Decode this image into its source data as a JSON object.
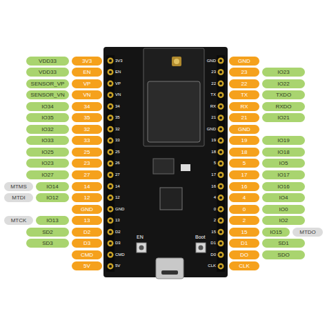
{
  "diagram": {
    "nodes": [
      {
        "text": [
          "VDD33"
        ]
      },
      {
        "text": [
          "3V3"
        ]
      },
      {
        "text": [
          "GND"
        ]
      },
      {
        "text": [
          "VDD33"
        ]
      },
      {
        "text": [
          "EN"
        ]
      },
      {
        "text": [
          "23"
        ]
      },
      {
        "text": [
          "IO23"
        ]
      },
      {
        "text": [
          "SENSOR_VP"
        ]
      },
      {
        "text": [
          "VP"
        ]
      },
      {
        "text": [
          "22"
        ]
      },
      {
        "text": [
          "IO22"
        ]
      },
      {
        "text": [
          "SENSOR_VN"
        ]
      },
      {
        "text": [
          "VN"
        ]
      },
      {
        "text": [
          "TX"
        ]
      },
      {
        "text": [
          "TXDO"
        ]
      },
      {
        "text": [
          "IO34"
        ]
      },
      {
        "text": [
          "34"
        ]
      },
      {
        "text": [
          "RX"
        ]
      },
      {
        "text": [
          "RXDO"
        ]
      },
      {
        "text": [
          "IO35"
        ]
      },
      {
        "text": [
          "35"
        ]
      },
      {
        "text": [
          "21"
        ]
      },
      {
        "text": [
          "IO21"
        ]
      },
      {
        "text": [
          "IO32"
        ]
      },
      {
        "text": [
          "32"
        ]
      },
      {
        "text": [
          "GND"
        ]
      },
      {
        "text": [
          "IO33"
        ]
      },
      {
        "text": [
          "33"
        ]
      },
      {
        "text": [
          "19"
        ]
      },
      {
        "text": [
          "IO19"
        ]
      },
      {
        "text": [
          "IO25"
        ]
      },
      {
        "text": [
          "25"
        ]
      },
      {
        "text": [
          "18"
        ]
      },
      {
        "text": [
          "IO18"
        ]
      },
      {
        "text": [
          "IO23"
        ]
      },
      {
        "text": [
          "23"
        ]
      },
      {
        "text": [
          "5"
        ]
      },
      {
        "text": [
          "IO5"
        ]
      },
      {
        "text": [
          "IO27"
        ]
      },
      {
        "text": [
          "27"
        ]
      },
      {
        "text": [
          "17"
        ]
      },
      {
        "text": [
          "IO17"
        ]
      },
      {
        "text": [
          "MTMS"
        ]
      },
      {
        "text": [
          "IO14"
        ]
      },
      {
        "text": [
          "14"
        ]
      },
      {
        "text": [
          "16"
        ]
      },
      {
        "text": [
          "IO16"
        ]
      },
      {
        "text": [
          "MTDI"
        ]
      },
      {
        "text": [
          "IO12"
        ]
      },
      {
        "text": [
          "12"
        ]
      },
      {
        "text": [
          "4"
        ]
      },
      {
        "text": [
          "IO4"
        ]
      },
      {
        "text": [
          "GND"
        ]
      },
      {
        "text": [
          "0"
        ]
      },
      {
        "text": [
          "IO0"
        ]
      },
      {
        "text": [
          "MTCK"
        ]
      },
      {
        "text": [
          "IO13"
        ]
      },
      {
        "text": [
          "13"
        ]
      },
      {
        "text": [
          "2"
        ]
      },
      {
        "text": [
          "IO2"
        ]
      },
      {
        "text": [
          "SD2"
        ]
      },
      {
        "text": [
          "D2"
        ]
      },
      {
        "text": [
          "15"
        ]
      },
      {
        "text": [
          "IO15"
        ]
      },
      {
        "text": [
          "MTDO"
        ]
      },
      {
        "text": [
          "SD3"
        ]
      },
      {
        "text": [
          "D3"
        ]
      },
      {
        "text": [
          "D1"
        ]
      },
      {
        "text": [
          "SD1"
        ]
      },
      {
        "text": [
          "CMD"
        ]
      },
      {
        "text": [
          "DO"
        ]
      },
      {
        "text": [
          "SDO"
        ]
      },
      {
        "text": [
          "5V"
        ]
      },
      {
        "text": [
          "CLK"
        ]
      }
    ],
    "labels": [
      "3V3",
      "EN",
      "VP",
      "VN",
      "34",
      "35",
      "32",
      "33",
      "25",
      "26",
      "27",
      "14",
      "12",
      "GND",
      "13",
      "D2",
      "D3",
      "CMD",
      "5V",
      "GND",
      "23",
      "22",
      "TX",
      "RX",
      "21",
      "GND",
      "19",
      "18",
      "5",
      "17",
      "16",
      "4",
      "0",
      "2",
      "15",
      "D1",
      "D0",
      "CLK",
      "EN",
      "Boot"
    ]
  }
}
